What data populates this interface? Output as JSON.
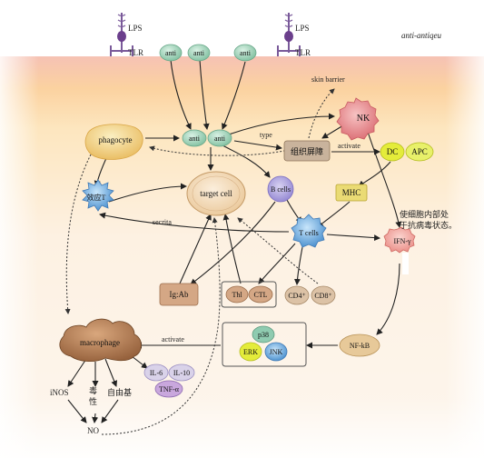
{
  "header": {
    "title": "anti-antiqeu"
  },
  "receptors": {
    "lps_label": "LPS",
    "tlr_label": "TLR"
  },
  "molecules": {
    "anti_1": "anti",
    "anti_2": "anti",
    "anti_3": "anti",
    "anti_pair_1": "anti",
    "anti_pair_2": "anti"
  },
  "cells": {
    "phagocyte": "phagocyte",
    "effector_t": "效应T",
    "target_cell": "target cell",
    "b_cells": "B cells",
    "nk": "NK",
    "t_cells": "T cells",
    "macrophage": "macrophage"
  },
  "boxes": {
    "tissue_barrier": "组织屏障",
    "dc": "DC",
    "apc": "APC",
    "mhc": "MHC",
    "ig_ab": "Ig:Ab",
    "th1": "Thl",
    "ctl": "CTL",
    "cd4": "CD4⁺",
    "cd8": "CD8⁺",
    "ifn": "IFN-γ",
    "nfkb": "NF-kB",
    "p38": "p38",
    "erk": "ERK",
    "jnk": "JNK",
    "il6": "IL-6",
    "il10": "IL-10",
    "tnf": "TNF-α"
  },
  "labels": {
    "skin_barrier": "skin barrier",
    "type": "type",
    "activate_top": "activate",
    "secrita": "secrita",
    "antiviral_line1": "使细胞内部处",
    "antiviral_line2": "于抗病毒状态。",
    "activate_bottom": "activate",
    "inos": "iNOS",
    "toxic_line1": "毒",
    "toxic_line2": "性",
    "free_radical": "自由基",
    "no": "NO"
  },
  "colors": {
    "anti_green": "#8fcbb0",
    "nk_pink": "#e7878d",
    "target_peach": "#f1d8b4",
    "dc_yellow": "#e4ec3a",
    "mhc_yellow": "#eadb74",
    "t_cell_blue": "#5fa6de",
    "macrophage_brown": "#a6714d",
    "ifn_pink": "#ec9a94"
  }
}
